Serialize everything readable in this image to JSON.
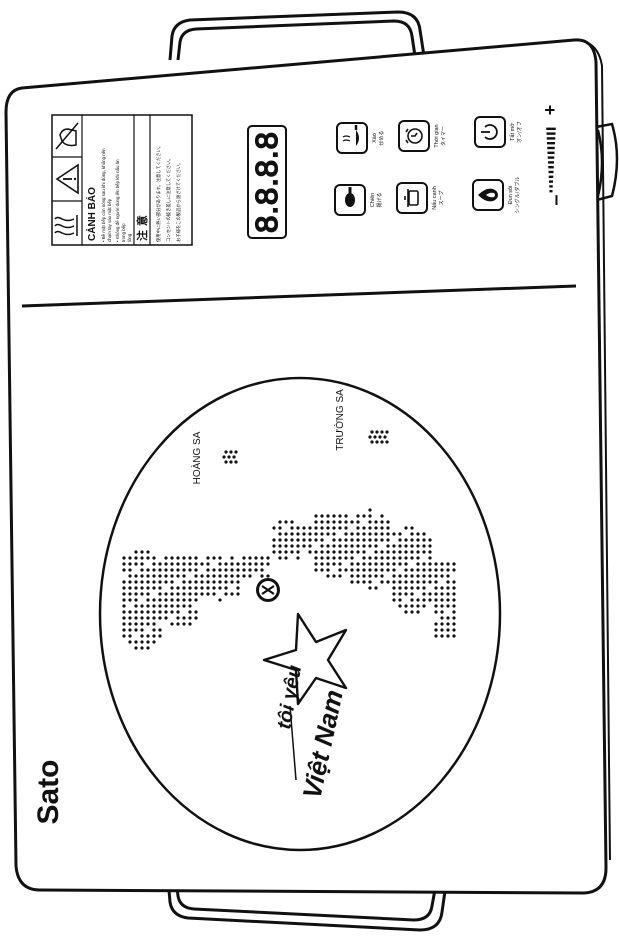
{
  "brand": "Sato",
  "warning_panel": {
    "title": "CẢNH BÁO",
    "lines": [
      "• Bề mặt bếp còn nóng sau khi dùng, không nên",
      "  chạm tay vào mặt bếp",
      "• Không để người dùng lên bếp khi nấu ăn",
      "  trong bếp",
      "  lồng"
    ],
    "jp_heading": "注 意",
    "jp_lines": [
      "使用中に熱い部分があります。注意してください。",
      "コンセントの抜き差しに注意してください。",
      "お子様をこの製品から遠ざけてください。"
    ]
  },
  "display": {
    "digits": "8.8.8.8"
  },
  "controls": [
    {
      "vi": "Chiên",
      "jp": "揚げる"
    },
    {
      "vi": "Xào",
      "jp": "炒める"
    },
    {
      "vi": "Nấu canh",
      "jp": "スープ"
    },
    {
      "vi": "Thời gian",
      "jp": "タイマー"
    },
    {
      "vi": "Đun sôi",
      "jp": "シングル/ダブル"
    },
    {
      "vi": "Tắt mở",
      "jp": "オン/オフ"
    }
  ],
  "slider": {
    "minus": "–",
    "plus": "+"
  },
  "map": {
    "hoang_sa": "HOÀNG SA",
    "truong_sa": "TRƯỜNG SA",
    "slogan_1": "tôi yêu",
    "slogan_2": "Việt Nam"
  }
}
